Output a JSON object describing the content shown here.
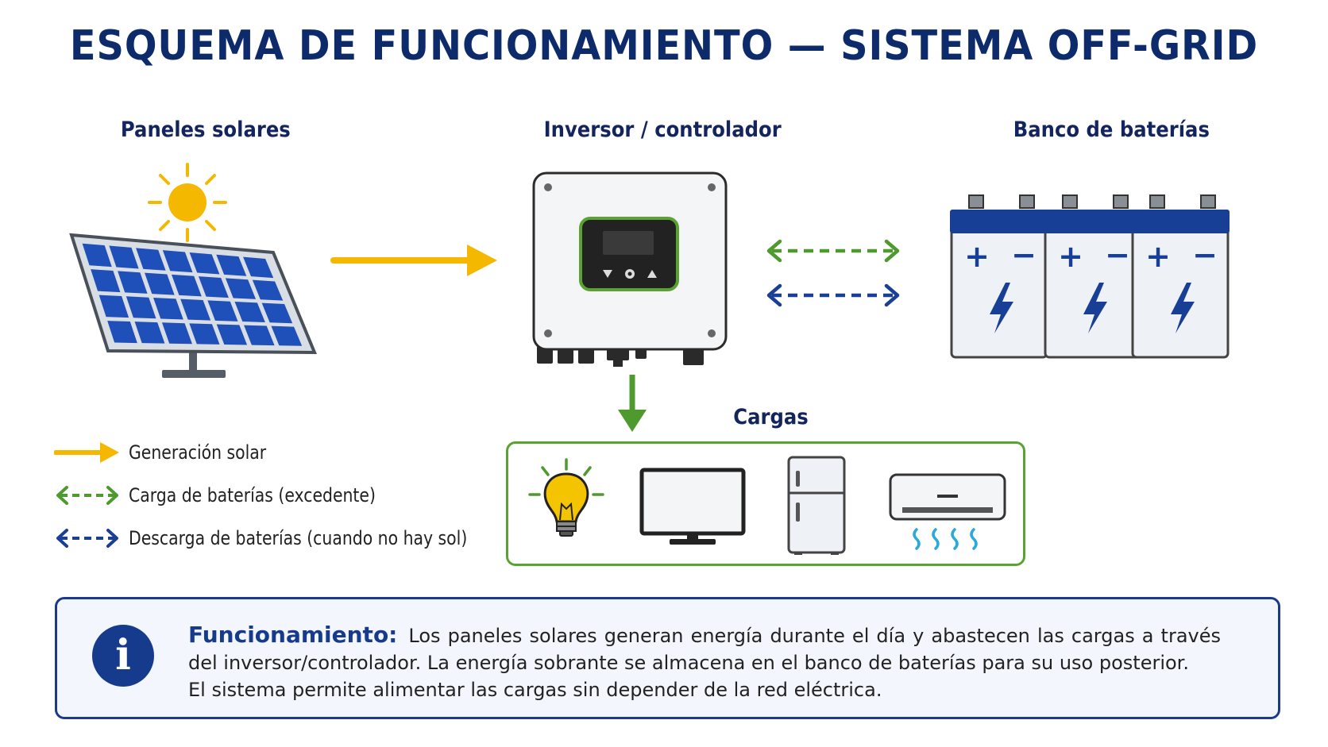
{
  "title": "ESQUEMA DE FUNCIONAMIENTO — SISTEMA OFF-GRID",
  "components": {
    "panels": "Paneles solares",
    "inverter": "Inversor / controlador",
    "batteries": "Banco de baterías",
    "loads": "Cargas"
  },
  "legend": [
    {
      "label": "Generación solar",
      "color": "#f5b800",
      "style": "solid"
    },
    {
      "label": "Carga de baterías (excedente)",
      "color": "#4f9a2e",
      "style": "dashed"
    },
    {
      "label": "Descarga de baterías (cuando no hay sol)",
      "color": "#1a3f95",
      "style": "dashed"
    }
  ],
  "battery_terminals": {
    "plus": "+",
    "minus": "−"
  },
  "loads_icons": [
    "light-bulb-icon",
    "monitor-icon",
    "refrigerator-icon",
    "air-conditioner-icon"
  ],
  "info": {
    "icon": "i",
    "lead": "Funcionamiento:",
    "line1": "Los paneles solares generan energía durante el día y abastecen las cargas a través del inversor/controlador. La energía sobrante se almacena en el banco de baterías para su uso posterior.",
    "line2": "El sistema permite alimentar las cargas sin depender de la red eléctrica."
  },
  "colors": {
    "title": "#0d2b6b",
    "solar": "#f5b800",
    "charge": "#4f9a2e",
    "discharge": "#1a3f95",
    "panel_cell": "#1f4fb8",
    "loads_border": "#5aa332"
  }
}
